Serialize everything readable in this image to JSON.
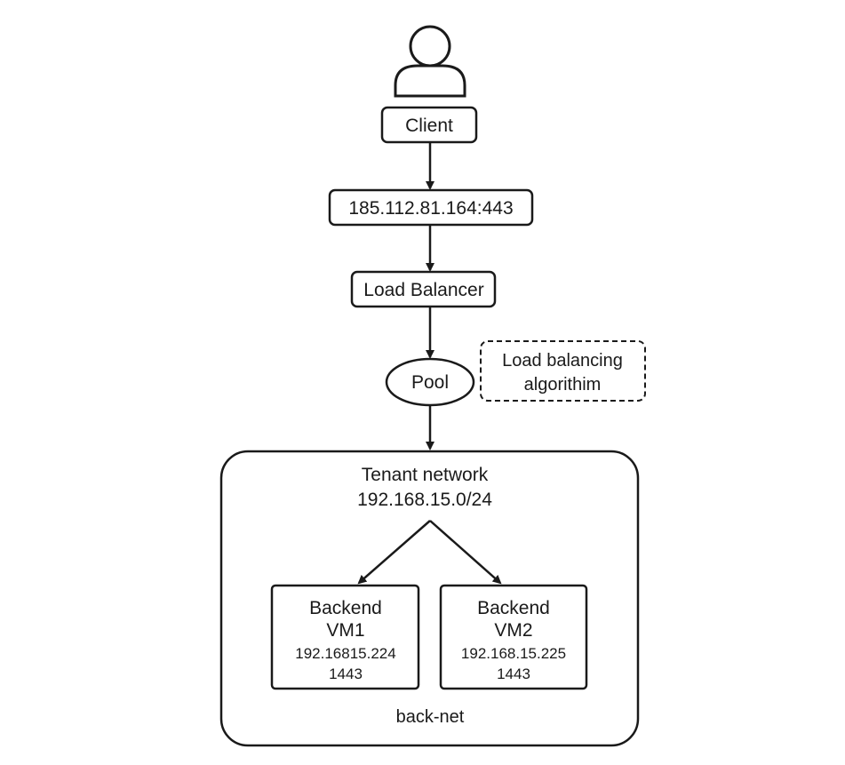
{
  "client": {
    "label": "Client"
  },
  "endpoint": {
    "label": "185.112.81.164:443"
  },
  "load_balancer": {
    "label": "Load Balancer"
  },
  "pool": {
    "label": "Pool"
  },
  "algorithm_note": {
    "line1": "Load balancing",
    "line2": "algorithim"
  },
  "tenant_network": {
    "title": "Tenant network",
    "cidr": "192.168.15.0/24",
    "footer": "back-net"
  },
  "backends": [
    {
      "line1": "Backend",
      "line2": "VM1",
      "ip": "192.16815.224",
      "port": "1443"
    },
    {
      "line1": "Backend",
      "line2": "VM2",
      "ip": "192.168.15.225",
      "port": "1443"
    }
  ]
}
